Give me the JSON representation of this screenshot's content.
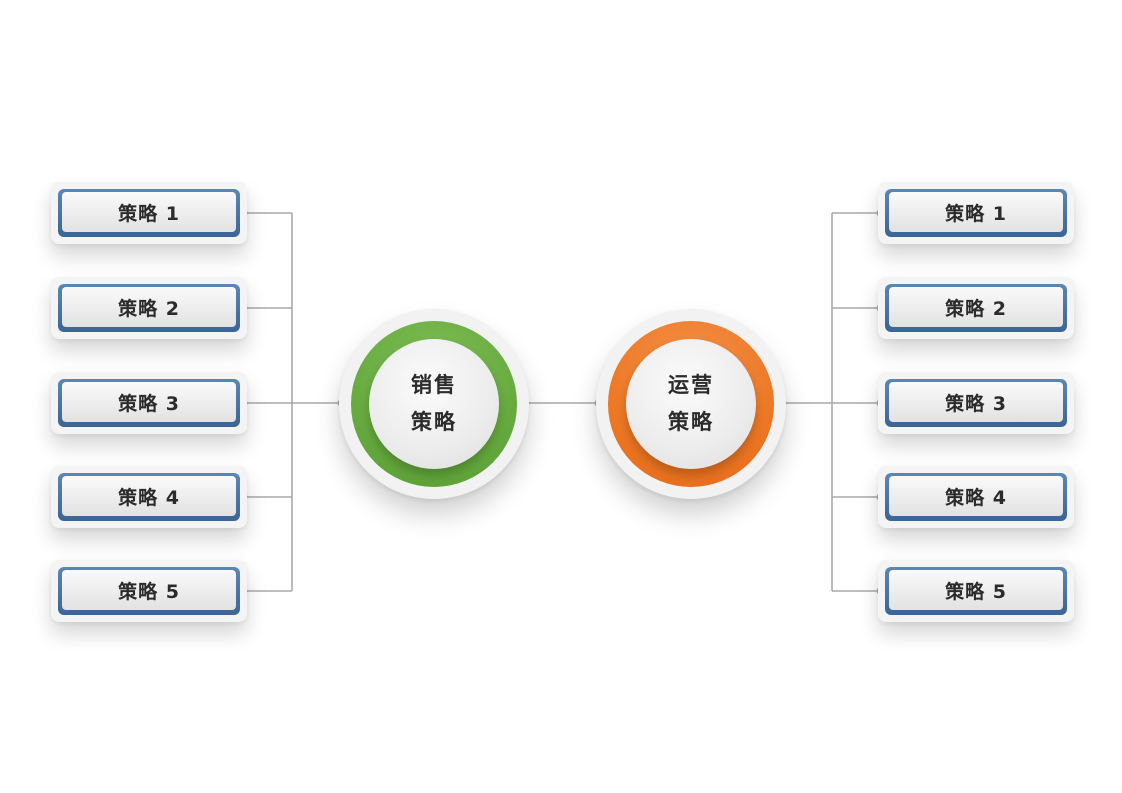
{
  "left_center": {
    "line1": "销售",
    "line2": "策略",
    "ring_color": "#63a83c"
  },
  "right_center": {
    "line1": "运营",
    "line2": "策略",
    "ring_color": "#ec7420"
  },
  "left_items": [
    {
      "label": "策略 1"
    },
    {
      "label": "策略 2"
    },
    {
      "label": "策略 3"
    },
    {
      "label": "策略 4"
    },
    {
      "label": "策略 5"
    }
  ],
  "right_items": [
    {
      "label": "策略 1"
    },
    {
      "label": "策略 2"
    },
    {
      "label": "策略 3"
    },
    {
      "label": "策略 4"
    },
    {
      "label": "策略 5"
    }
  ],
  "colors": {
    "card_border": "#3f6b9a",
    "connector": "#a8a8a8"
  }
}
